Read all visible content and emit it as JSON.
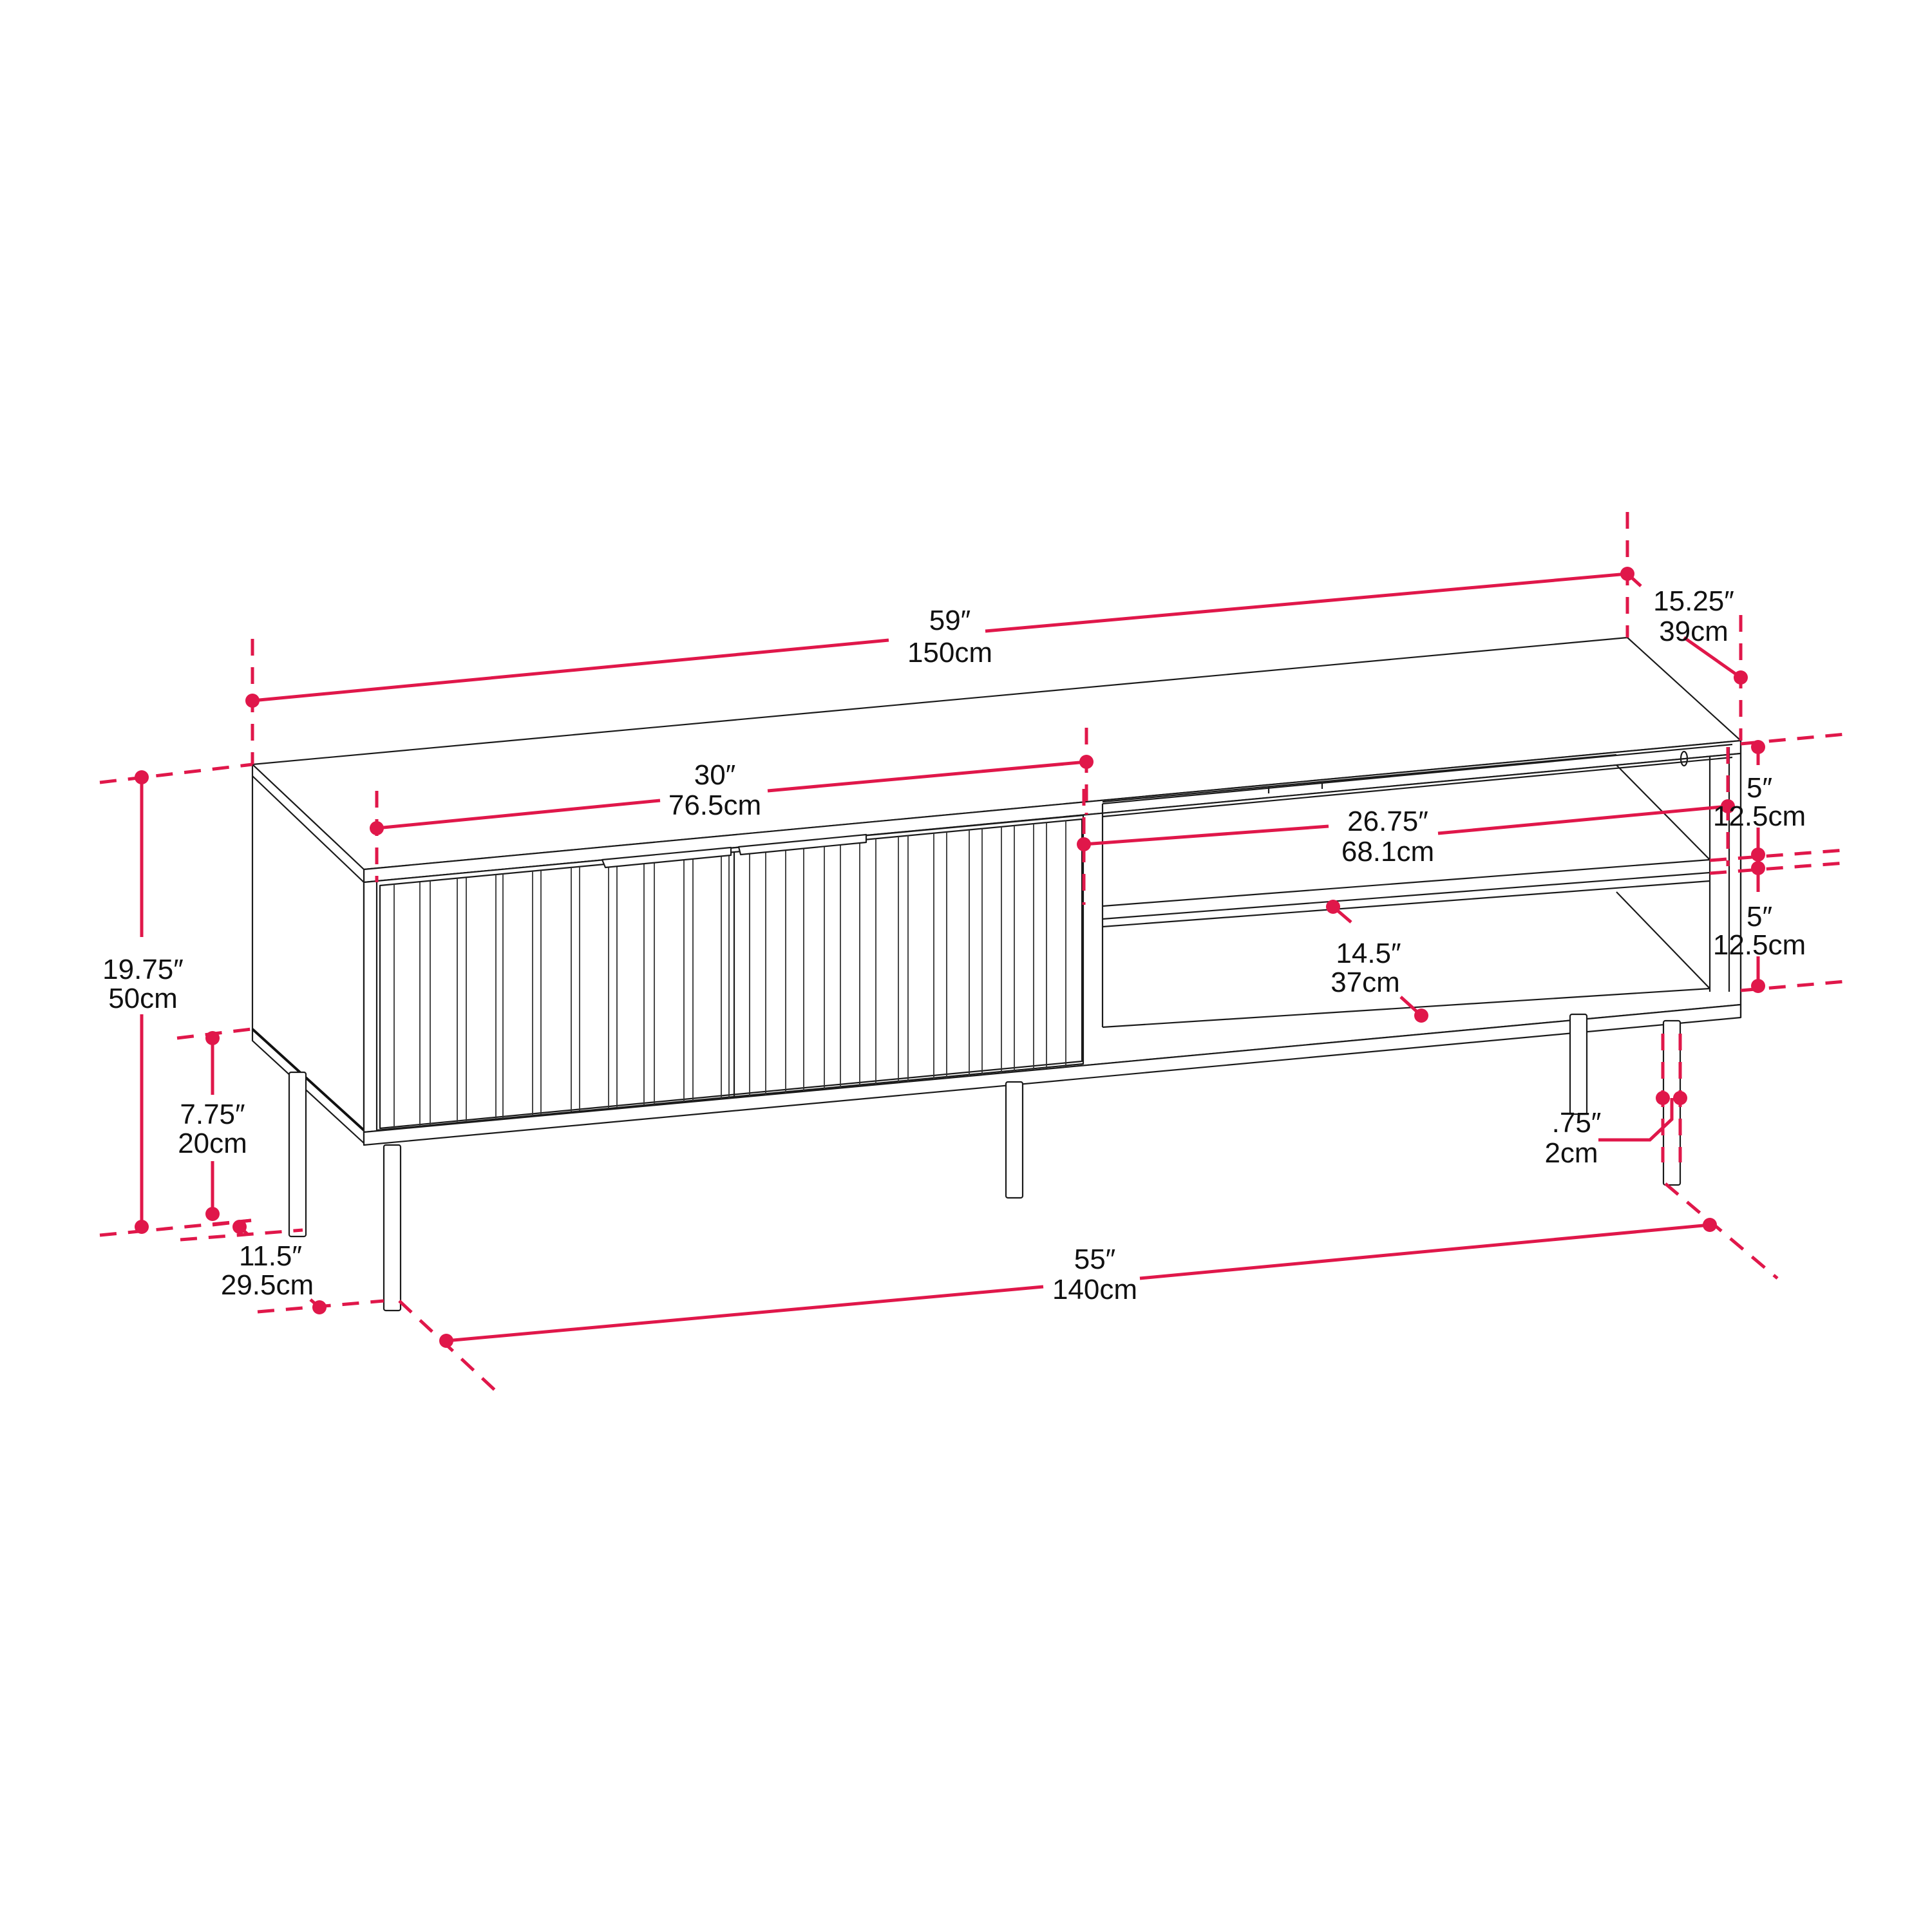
{
  "diagram": {
    "subject": "TV stand with fluted doors - dimension drawing",
    "accent_color": "#e0174a",
    "line_color": "#1a1a1a",
    "background": "#ffffff"
  },
  "dimensions": {
    "overall_width": {
      "inch": "59″",
      "cm": "150cm"
    },
    "depth": {
      "inch": "15.25″",
      "cm": "39cm"
    },
    "overall_height": {
      "inch": "19.75″",
      "cm": "50cm"
    },
    "door_width": {
      "inch": "30″",
      "cm": "76.5cm"
    },
    "shelf_width": {
      "inch": "26.75″",
      "cm": "68.1cm"
    },
    "upper_opening": {
      "inch": "5″",
      "cm": "12.5cm"
    },
    "lower_opening": {
      "inch": "5″",
      "cm": "12.5cm"
    },
    "shelf_depth": {
      "inch": "14.5″",
      "cm": "37cm"
    },
    "leg_height": {
      "inch": "7.75″",
      "cm": "20cm"
    },
    "leg_depth_span": {
      "inch": "11.5″",
      "cm": "29.5cm"
    },
    "leg_width_span": {
      "inch": "55″",
      "cm": "140cm"
    },
    "leg_diameter": {
      "inch": ".75″",
      "cm": "2cm"
    }
  }
}
